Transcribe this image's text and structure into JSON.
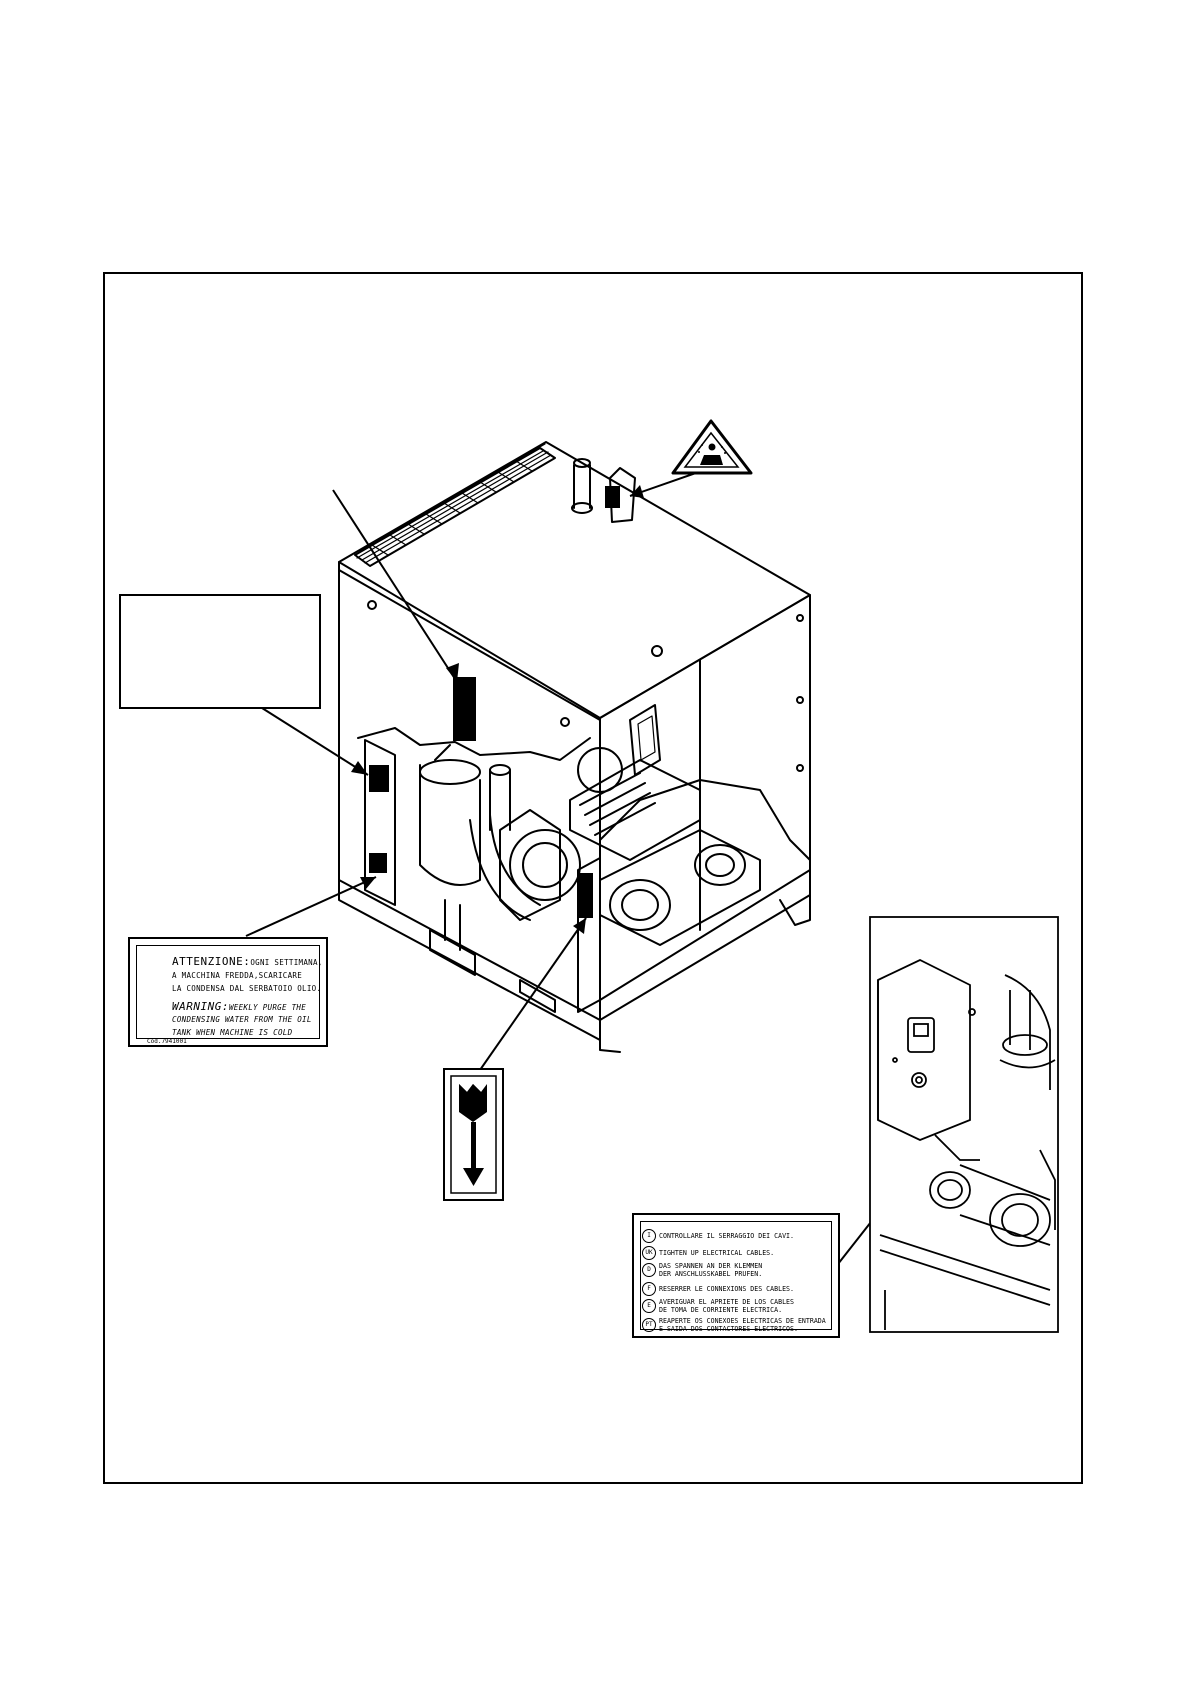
{
  "oil_label": {
    "line1_head": "ATTENZIONE:",
    "line1_tail": "OGNI SETTIMANA,",
    "line2": "A MACCHINA FREDDA,SCARICARE",
    "line3": "LA CONDENSA DAL SERBATOIO OLIO.",
    "line4_head": "WARNING:",
    "line4_tail": "WEEKLY PURGE THE",
    "line5": "CONDENSING WATER FROM THE OIL",
    "line6": "TANK WHEN MACHINE IS COLD",
    "footer": "Cod.7941001"
  },
  "cable_label": {
    "rows": [
      {
        "code": "I",
        "text": "CONTROLLARE IL SERRAGGIO DEI CAVI."
      },
      {
        "code": "UK",
        "text": "TIGHTEN UP ELECTRICAL CABLES."
      },
      {
        "code": "D",
        "text": "DAS SPANNEN AN DER KLEMMEN\nDER ANSCHLUSSKABEL PRUFEN."
      },
      {
        "code": "F",
        "text": "RESERRER LE CONNEXIONS DES CABLES."
      },
      {
        "code": "E",
        "text": "AVERIGUAR EL APRIETE DE LOS CABLES\nDE TOMA DE CORRIENTE ELECTRICA."
      },
      {
        "code": "PT",
        "text": "REAPERTE OS CONEXOES ELECTRICAS DE ENTRADA\nE SAIDA DOS CONTACTORES ELECTRICOS."
      }
    ]
  },
  "icons": [
    "warning-triangle-icon",
    "rotation-arrow-icon"
  ]
}
